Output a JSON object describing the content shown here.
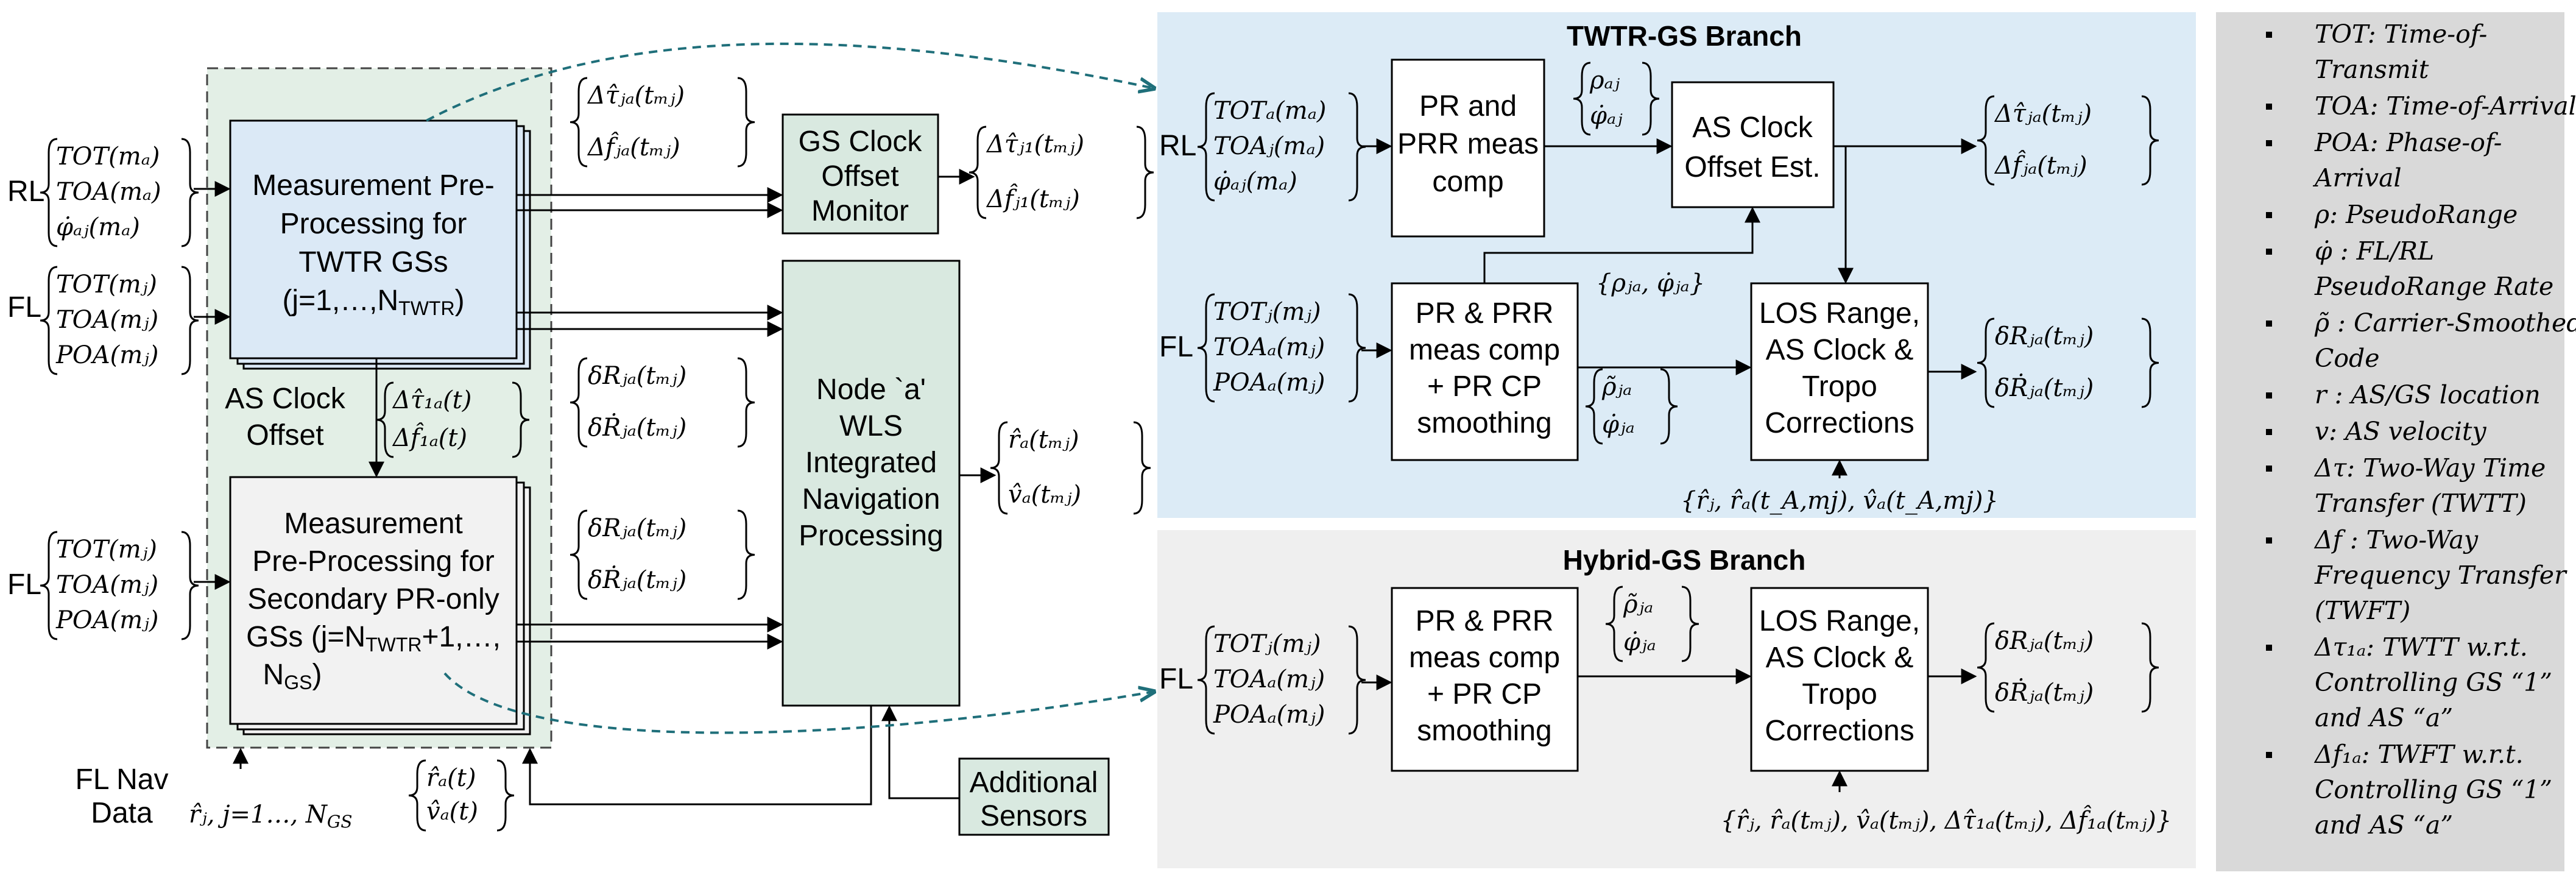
{
  "twtr_branch": {
    "title": "TWTR-GS Branch",
    "input_prefix": "RL",
    "inputs": [
      "TOTₐ(mₐ)",
      "TOAⱼ(mₐ)",
      "φ̇ₐⱼ(mₐ)"
    ],
    "pr_box": [
      "PR and",
      "PRR meas",
      "comp"
    ],
    "rho_out": [
      "ρₐⱼ",
      "φ̇ₐⱼ"
    ],
    "clock_box": [
      "AS Clock",
      "Offset Est."
    ],
    "clock_out": [
      "Δτ̂ⱼₐ(tₘⱼ)",
      "Δf̂ⱼₐ(tₘⱼ)"
    ],
    "fl_prefix": "FL",
    "fl_inputs": [
      "TOTⱼ(mⱼ)",
      "TOAₐ(mⱼ)",
      "POAₐ(mⱼ)"
    ],
    "rho_pair": "{ρⱼₐ, φ̇ⱼₐ}",
    "smooth_box": [
      "PR & PRR",
      "meas comp",
      "+ PR CP",
      "smoothing"
    ],
    "smooth_out": [
      "ρ̃ⱼₐ",
      "φ̇ⱼₐ"
    ],
    "los_box": [
      "LOS Range,",
      "AS Clock &",
      "Tropo",
      "Corrections"
    ],
    "los_out": [
      "δRⱼₐ(tₘⱼ)",
      "δṘⱼₐ(tₘⱼ)"
    ],
    "los_in": "{r̂ⱼ, r̂ₐ(t_A,mj), v̂ₐ(t_A,mj)}"
  },
  "hybrid_branch": {
    "title": "Hybrid-GS Branch",
    "fl_prefix": "FL",
    "fl_inputs": [
      "TOTⱼ(mⱼ)",
      "TOAₐ(mⱼ)",
      "POAₐ(mⱼ)"
    ],
    "smooth_box": [
      "PR & PRR",
      "meas comp",
      "+ PR CP",
      "smoothing"
    ],
    "smooth_out": [
      "ρ̃ⱼₐ",
      "φ̇ⱼₐ"
    ],
    "los_box": [
      "LOS Range,",
      "AS Clock &",
      "Tropo",
      "Corrections"
    ],
    "los_out": [
      "δRⱼₐ(tₘⱼ)",
      "δṘⱼₐ(tₘⱼ)"
    ],
    "los_in": "{r̂ⱼ, r̂ₐ(tₘⱼ), v̂ₐ(tₘⱼ), Δτ̂₁ₐ(tₘⱼ), Δf̂₁ₐ(tₘⱼ)}"
  },
  "left": {
    "rl_prefix": "RL",
    "rl_inputs": [
      "TOT(mₐ)",
      "TOA(mₐ)",
      "φ̇ₐⱼ(mₐ)"
    ],
    "fl1_prefix": "FL",
    "fl1_inputs": [
      "TOT(mⱼ)",
      "TOA(mⱼ)",
      "POA(mⱼ)"
    ],
    "fl2_prefix": "FL",
    "fl2_inputs": [
      "TOT(mⱼ)",
      "TOA(mⱼ)",
      "POA(mⱼ)"
    ],
    "twtr_box": [
      "Measurement Pre-",
      "Processing for",
      "TWTR GSs",
      "(j=1,…,N",
      "TWTR",
      ")"
    ],
    "sec_box": [
      "Measurement",
      "Pre-Processing for",
      "Secondary PR-only",
      "GSs (j=N",
      "TWTR",
      "+1,…,",
      "N",
      "GS",
      ")"
    ],
    "as_clock_label": [
      "AS Clock",
      "Offset"
    ],
    "as_clock_vals": [
      "Δτ̂₁ₐ(t)",
      "Δf̂₁ₐ(t)"
    ],
    "top_out": [
      "Δτ̂ⱼₐ(tₘⱼ)",
      "Δf̂ⱼₐ(tₘⱼ)"
    ],
    "gs_box": [
      "GS Clock",
      "Offset",
      "Monitor"
    ],
    "gs_out": [
      "Δτ̂ⱼ₁(tₘⱼ)",
      "Δf̂ⱼ₁(tₘⱼ)"
    ],
    "mid_out1": [
      "δRⱼₐ(tₘⱼ)",
      "δṘⱼₐ(tₘⱼ)"
    ],
    "mid_out2": [
      "δRⱼₐ(tₘⱼ)",
      "δṘⱼₐ(tₘⱼ)"
    ],
    "wls_box": [
      "Node `a'",
      "WLS",
      "Integrated",
      "Navigation",
      "Processing"
    ],
    "wls_out": [
      "r̂ₐ(tₘⱼ)",
      "v̂ₐ(tₘⱼ)"
    ],
    "nav_data": [
      "FL Nav",
      "Data"
    ],
    "nav_sub": [
      "r̂ⱼ, j=1…, N",
      "GS"
    ],
    "feedback": [
      "r̂ₐ(t)",
      "v̂ₐ(t)"
    ],
    "sensors_box": [
      "Additional",
      "Sensors"
    ]
  },
  "legend": [
    [
      "TOT: Time-of-",
      "Transmit"
    ],
    [
      "TOA: Time-of-Arrival"
    ],
    [
      "POA: Phase-of-",
      "Arrival"
    ],
    [
      "ρ: PseudoRange"
    ],
    [
      "φ̇ : FL/RL",
      "PseudoRange Rate"
    ],
    [
      "ρ̃ : Carrier-Smoothed",
      "Code"
    ],
    [
      "r : AS/GS location"
    ],
    [
      "v: AS velocity"
    ],
    [
      "Δτ: Two-Way Time",
      "Transfer  (TWTT)"
    ],
    [
      "Δf : Two-Way",
      "Frequency Transfer",
      "(TWFT)"
    ],
    [
      "Δτ₁ₐ: TWTT w.r.t.",
      "Controlling GS “1”",
      "and AS “a”"
    ],
    [
      "Δf₁ₐ: TWFT w.r.t.",
      "Controlling GS “1”",
      "and AS “a”"
    ]
  ],
  "colors": {
    "branch_blue": "#dcebf6",
    "branch_grey": "#efefef",
    "box_blue": "#dbe9f6",
    "box_grey": "#f2f2f2",
    "box_green": "#d9e9e0",
    "dashed_green": "#e3efe6",
    "legend_bg": "#d9d9d9",
    "teal_arrow": "#1f6f7a"
  }
}
